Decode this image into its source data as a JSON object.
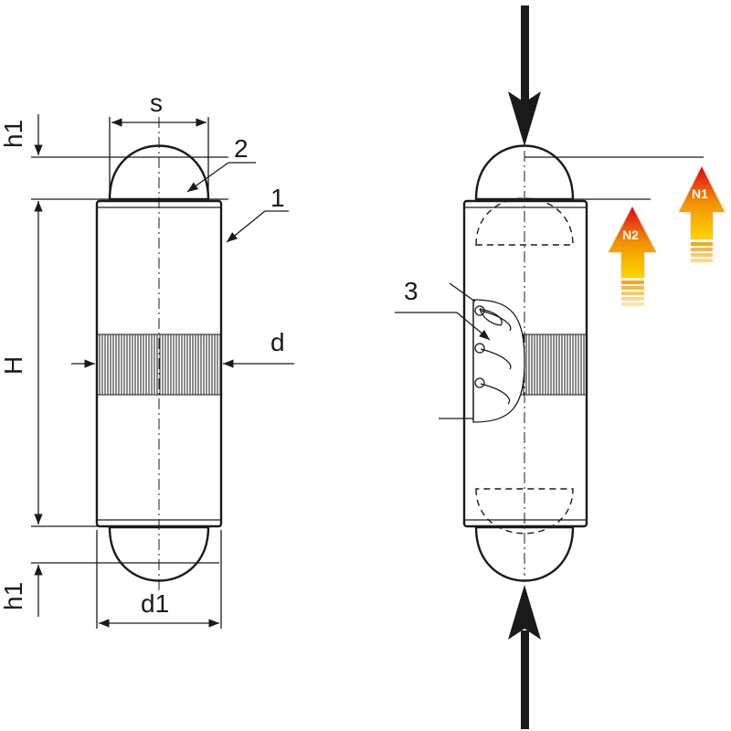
{
  "labels": {
    "s": "s",
    "two": "2",
    "one": "1",
    "h1_top": "h1",
    "h1_bottom": "h1",
    "H": "H",
    "d": "d",
    "d1": "d1",
    "three": "3",
    "n1": "N1",
    "n2": "N2"
  },
  "colors": {
    "line": "#1a1a1a",
    "arrow_dark": "#e2001a",
    "arrow_mid": "#f39200",
    "arrow_light": "#ffd500"
  }
}
